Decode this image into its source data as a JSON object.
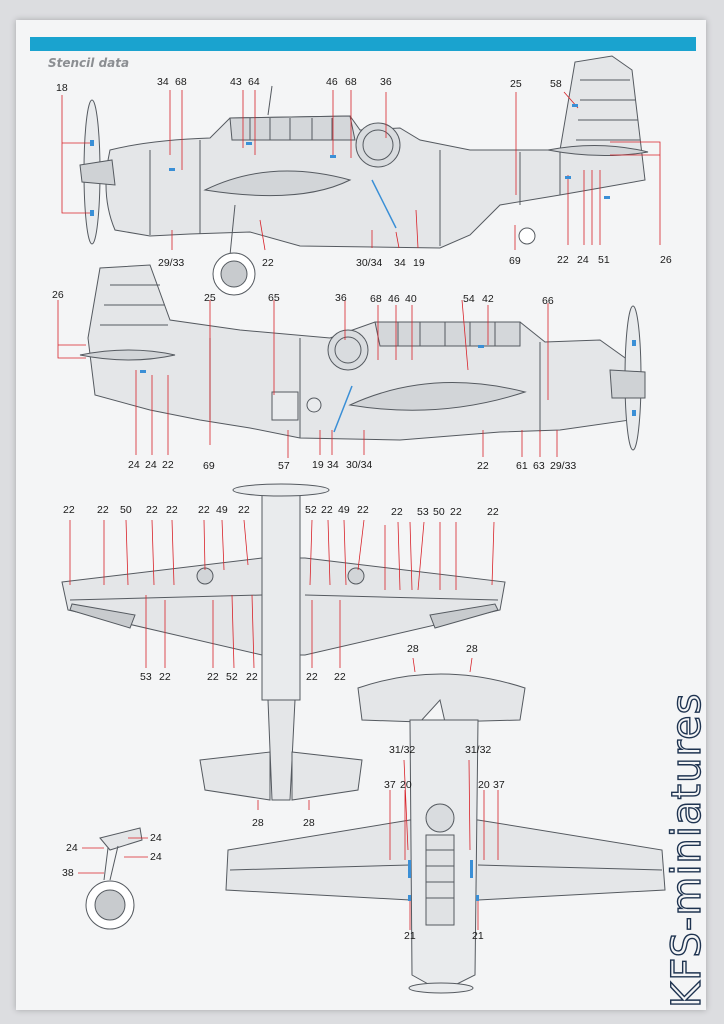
{
  "section_title": "Stencil data",
  "watermark": "KFS-miniatures",
  "colors": {
    "accent": "#1aa3cf",
    "callout": "#d8232a",
    "marker": "#3a8fd6",
    "outline": "#555a60"
  },
  "callouts": {
    "side_top": [
      {
        "id": "l1",
        "text": "18"
      },
      {
        "id": "l2",
        "text": "34"
      },
      {
        "id": "l3",
        "text": "68"
      },
      {
        "id": "l4",
        "text": "43"
      },
      {
        "id": "l5",
        "text": "64"
      },
      {
        "id": "l6",
        "text": "46"
      },
      {
        "id": "l7",
        "text": "68"
      },
      {
        "id": "l8",
        "text": "36"
      },
      {
        "id": "l9",
        "text": "25"
      },
      {
        "id": "l10",
        "text": "58"
      },
      {
        "id": "l11",
        "text": "29/33"
      },
      {
        "id": "l12",
        "text": "22"
      },
      {
        "id": "l13",
        "text": "30/34"
      },
      {
        "id": "l14",
        "text": "34"
      },
      {
        "id": "l15",
        "text": "19"
      },
      {
        "id": "l16",
        "text": "69"
      },
      {
        "id": "l17",
        "text": "22"
      },
      {
        "id": "l18",
        "text": "24"
      },
      {
        "id": "l19",
        "text": "51"
      },
      {
        "id": "l20",
        "text": "26"
      }
    ],
    "side_bottom": [
      {
        "id": "m1",
        "text": "26"
      },
      {
        "id": "m2",
        "text": "25"
      },
      {
        "id": "m3",
        "text": "65"
      },
      {
        "id": "m4",
        "text": "36"
      },
      {
        "id": "m5",
        "text": "68"
      },
      {
        "id": "m6",
        "text": "46"
      },
      {
        "id": "m7",
        "text": "40"
      },
      {
        "id": "m8",
        "text": "54"
      },
      {
        "id": "m9",
        "text": "42"
      },
      {
        "id": "m10",
        "text": "66"
      },
      {
        "id": "m11",
        "text": "24"
      },
      {
        "id": "m12",
        "text": "24"
      },
      {
        "id": "m13",
        "text": "22"
      },
      {
        "id": "m14",
        "text": "69"
      },
      {
        "id": "m15",
        "text": "57"
      },
      {
        "id": "m16",
        "text": "19"
      },
      {
        "id": "m17",
        "text": "34"
      },
      {
        "id": "m18",
        "text": "30/34"
      },
      {
        "id": "m19",
        "text": "22"
      },
      {
        "id": "m20",
        "text": "61"
      },
      {
        "id": "m21",
        "text": "63"
      },
      {
        "id": "m22",
        "text": "29/33"
      }
    ],
    "top_view": [
      {
        "id": "t1",
        "text": "22"
      },
      {
        "id": "t2",
        "text": "22"
      },
      {
        "id": "t3",
        "text": "50"
      },
      {
        "id": "t4",
        "text": "22"
      },
      {
        "id": "t5",
        "text": "22"
      },
      {
        "id": "t6",
        "text": "22"
      },
      {
        "id": "t7",
        "text": "49"
      },
      {
        "id": "t8",
        "text": "22"
      },
      {
        "id": "t9",
        "text": "52"
      },
      {
        "id": "t10",
        "text": "22"
      },
      {
        "id": "t11",
        "text": "49"
      },
      {
        "id": "t12",
        "text": "22"
      },
      {
        "id": "t13",
        "text": "22"
      },
      {
        "id": "t14",
        "text": "53"
      },
      {
        "id": "t15",
        "text": "50"
      },
      {
        "id": "t16",
        "text": "22"
      },
      {
        "id": "t17",
        "text": "22"
      },
      {
        "id": "t18",
        "text": "53"
      },
      {
        "id": "t19",
        "text": "22"
      },
      {
        "id": "t20",
        "text": "22"
      },
      {
        "id": "t21",
        "text": "52"
      },
      {
        "id": "t22",
        "text": "22"
      },
      {
        "id": "t23",
        "text": "22"
      },
      {
        "id": "t24",
        "text": "22"
      },
      {
        "id": "t25",
        "text": "28"
      },
      {
        "id": "t26",
        "text": "28"
      }
    ],
    "under_view": [
      {
        "id": "u1",
        "text": "28"
      },
      {
        "id": "u2",
        "text": "28"
      },
      {
        "id": "u3",
        "text": "31/32"
      },
      {
        "id": "u4",
        "text": "31/32"
      },
      {
        "id": "u5",
        "text": "37"
      },
      {
        "id": "u6",
        "text": "20"
      },
      {
        "id": "u7",
        "text": "20"
      },
      {
        "id": "u8",
        "text": "37"
      },
      {
        "id": "u9",
        "text": "21"
      },
      {
        "id": "u10",
        "text": "21"
      }
    ],
    "gear_detail": [
      {
        "id": "g1",
        "text": "24"
      },
      {
        "id": "g2",
        "text": "24"
      },
      {
        "id": "g3",
        "text": "24"
      },
      {
        "id": "g4",
        "text": "38"
      }
    ]
  }
}
